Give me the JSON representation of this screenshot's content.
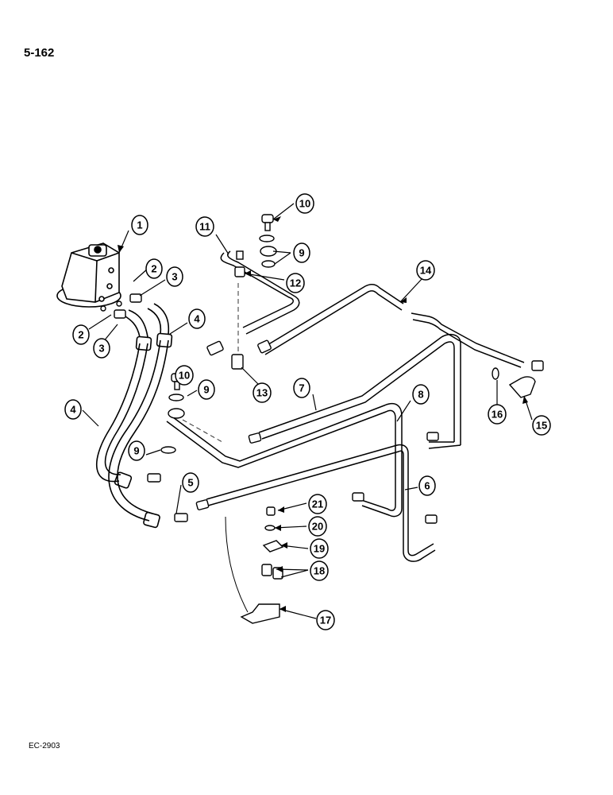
{
  "page_number": "5-162",
  "document_code": "EC-2903",
  "callouts": [
    "1",
    "2",
    "3",
    "2",
    "3",
    "4",
    "4",
    "5",
    "6",
    "7",
    "8",
    "9",
    "9",
    "9",
    "10",
    "10",
    "11",
    "12",
    "13",
    "14",
    "15",
    "16",
    "17",
    "18",
    "19",
    "20",
    "21"
  ]
}
